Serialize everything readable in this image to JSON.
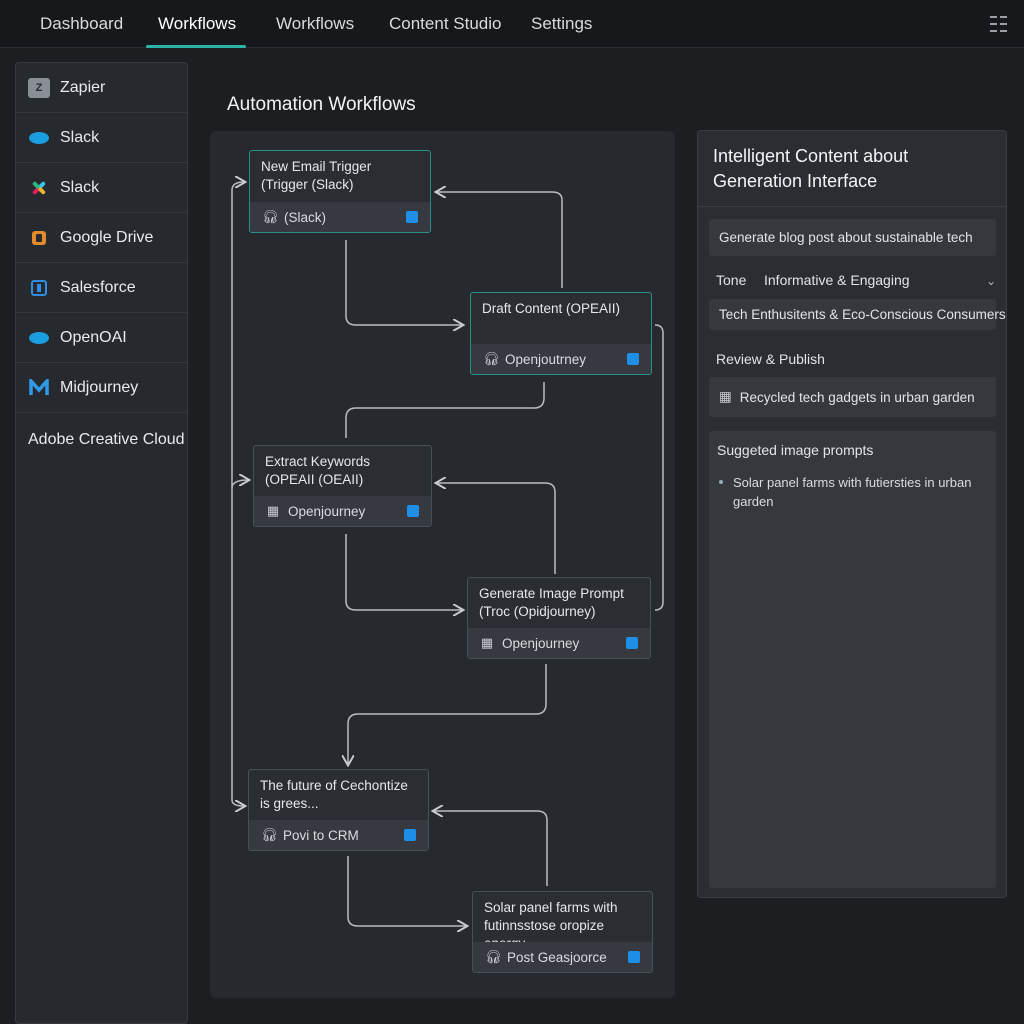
{
  "nav": {
    "tabs": [
      {
        "label": "Dashboard"
      },
      {
        "label": "Workflows"
      },
      {
        "label": "Workflows"
      },
      {
        "label": "Content Studio"
      },
      {
        "label": "Settings"
      }
    ],
    "active_index": 1
  },
  "sidebar": {
    "items": [
      {
        "label": "Zapier",
        "icon": "zapier-icon"
      },
      {
        "label": "Slack",
        "icon": "salesforce-cloud-icon"
      },
      {
        "label": "Slack",
        "icon": "slack-icon"
      },
      {
        "label": "Google Drive",
        "icon": "google-drive-icon"
      },
      {
        "label": "Salesforce",
        "icon": "salesforce-icon"
      },
      {
        "label": "OpenOAI",
        "icon": "cloud-icon"
      },
      {
        "label": "Midjourney",
        "icon": "midjourney-icon"
      },
      {
        "label": "Adobe Creative Cloud",
        "icon": ""
      }
    ]
  },
  "main": {
    "title": "Automation Workflows",
    "nodes": [
      {
        "title": "New Email Trigger (Trigger (Slack)",
        "footer": "(Slack)",
        "icon": "headphones-icon"
      },
      {
        "title": "Draft Content (OPEAII)",
        "footer": "Openjoutrney",
        "icon": "headphones-icon"
      },
      {
        "title": "Extract Keywords (OPEAII (OEAII)",
        "footer": "Openjourney",
        "icon": "grid-icon"
      },
      {
        "title": "Generate Image Prompt (Troc (Opidjourney)",
        "footer": "Openjourney",
        "icon": "grid-icon"
      },
      {
        "title": "The future of Cechontize is grees...",
        "footer": "Povi to CRM",
        "icon": "headphones-icon"
      },
      {
        "title": "Solar panel farms with futinnsstose oropize energy",
        "footer": "Post Geasjoorce",
        "icon": "headphones-icon"
      }
    ]
  },
  "panel": {
    "title": "Intelligent Content about Generation Interface",
    "prompt_value": "Generate blog post about sustainable tech",
    "tone_label": "Tone",
    "tone_value": "Informative & Engaging",
    "audience_value": "Tech Enthusitents & Eco-Conscious Consumers",
    "review_label": "Review & Publish",
    "image_value": "Recycled tech gadgets in urban garden",
    "suggestions_title": "Suggeted image prompts",
    "suggestions": [
      "Solar panel farms with futiersties in urban garden"
    ]
  },
  "colors": {
    "accent": "#2bb3a8",
    "badge": "#1e8ee6",
    "background": "#1c1e22"
  }
}
